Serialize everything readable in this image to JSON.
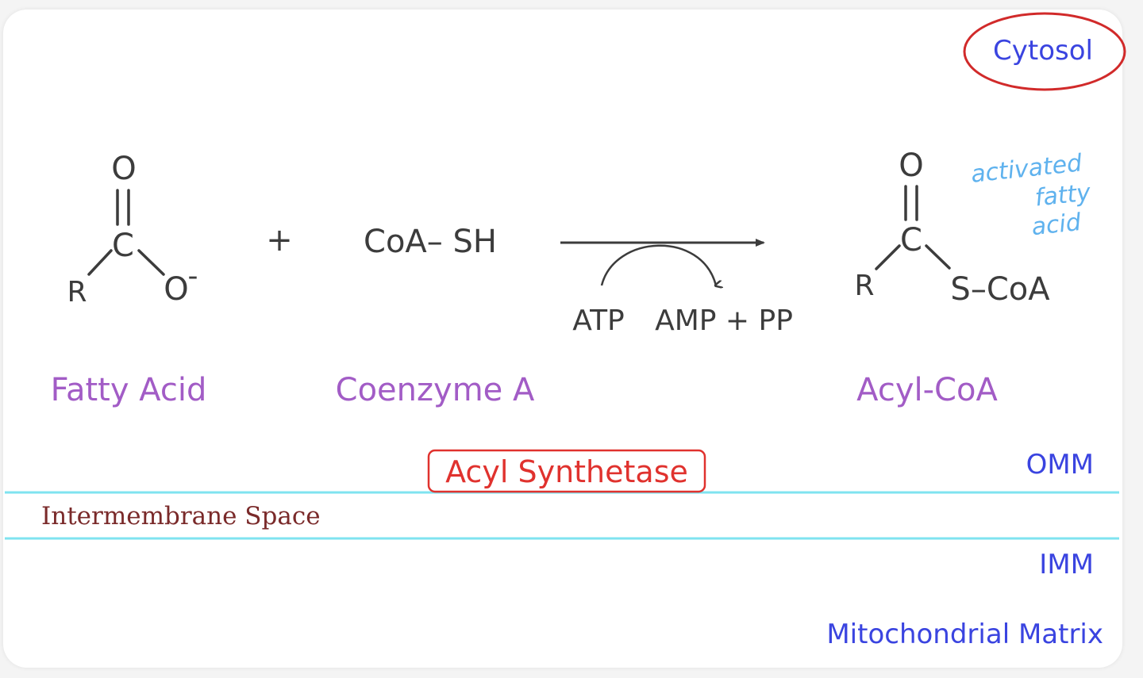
{
  "compartments": {
    "cytosol": "Cytosol",
    "omm": "OMM",
    "intermembrane_space": "Intermembrane Space",
    "imm": "IMM",
    "matrix": "Mitochondrial Matrix"
  },
  "reaction": {
    "fatty_acid": {
      "atom_o_top": "O",
      "atom_c": "C",
      "atom_r": "R",
      "atom_o_minus": "O",
      "charge": "-",
      "name": "Fatty Acid"
    },
    "plus": "+",
    "coenzyme_a": {
      "formula": "CoA– SH",
      "name": "Coenzyme A"
    },
    "cofactor_in": "ATP",
    "cofactor_out": "AMP + PP",
    "acyl_coa": {
      "atom_o_top": "O",
      "atom_c": "C",
      "atom_r": "R",
      "atom_s_coa": "S–CoA",
      "name": "Acyl-CoA"
    },
    "enzyme": "Acyl Synthetase",
    "note_lines": [
      "activated",
      "fatty",
      "acid"
    ]
  },
  "colors": {
    "compound_name": "#a25cc6",
    "compartment_label": "#3a44e0",
    "membrane_line": "#7fe3f0",
    "enzyme": "#e0322e",
    "highlight_ellipse": "#d12a2a",
    "handwritten_note": "#5fb2ee",
    "intermembrane_label": "#7a2a2a"
  }
}
